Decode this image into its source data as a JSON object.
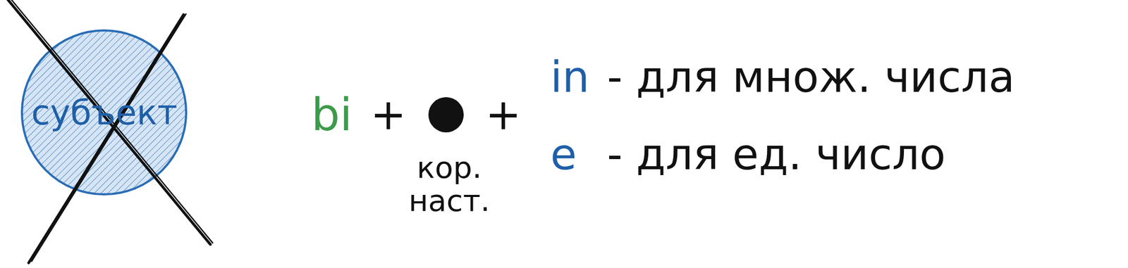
{
  "diagram": {
    "nodes": [
      {
        "text": [
          "субъект"
        ]
      }
    ],
    "labels": [
      "bi",
      "+",
      "+",
      "кор. наст.",
      "in",
      "- для множ. числа",
      "e",
      "- для ед. число"
    ]
  }
}
